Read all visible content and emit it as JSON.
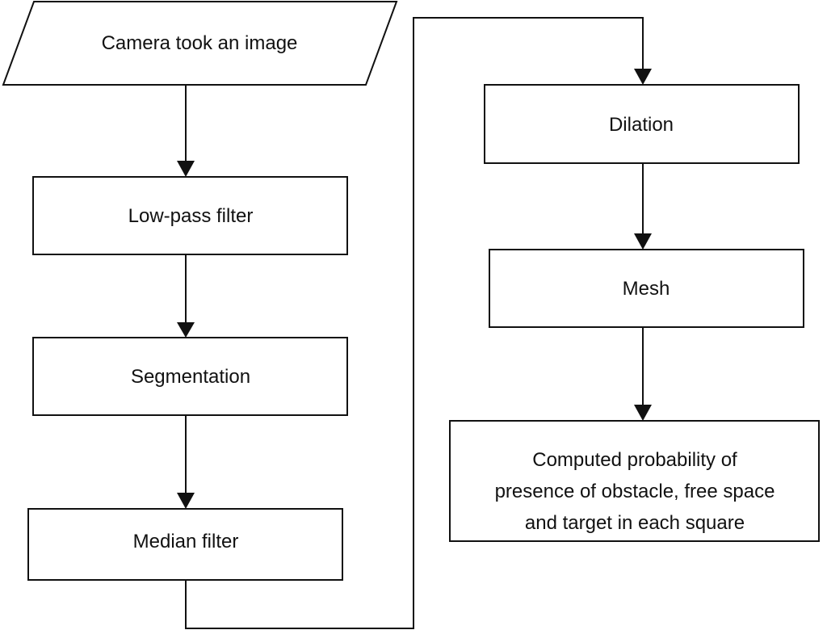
{
  "nodes": {
    "input": {
      "label": "Camera took an image"
    },
    "lowpass": {
      "label": "Low-pass filter"
    },
    "segmentation": {
      "label": "Segmentation"
    },
    "median": {
      "label": "Median filter"
    },
    "dilation": {
      "label": "Dilation"
    },
    "mesh": {
      "label": "Mesh"
    },
    "output": {
      "lines": [
        "Computed probability of",
        "presence of obstacle, free space",
        "and target in each square"
      ]
    }
  }
}
